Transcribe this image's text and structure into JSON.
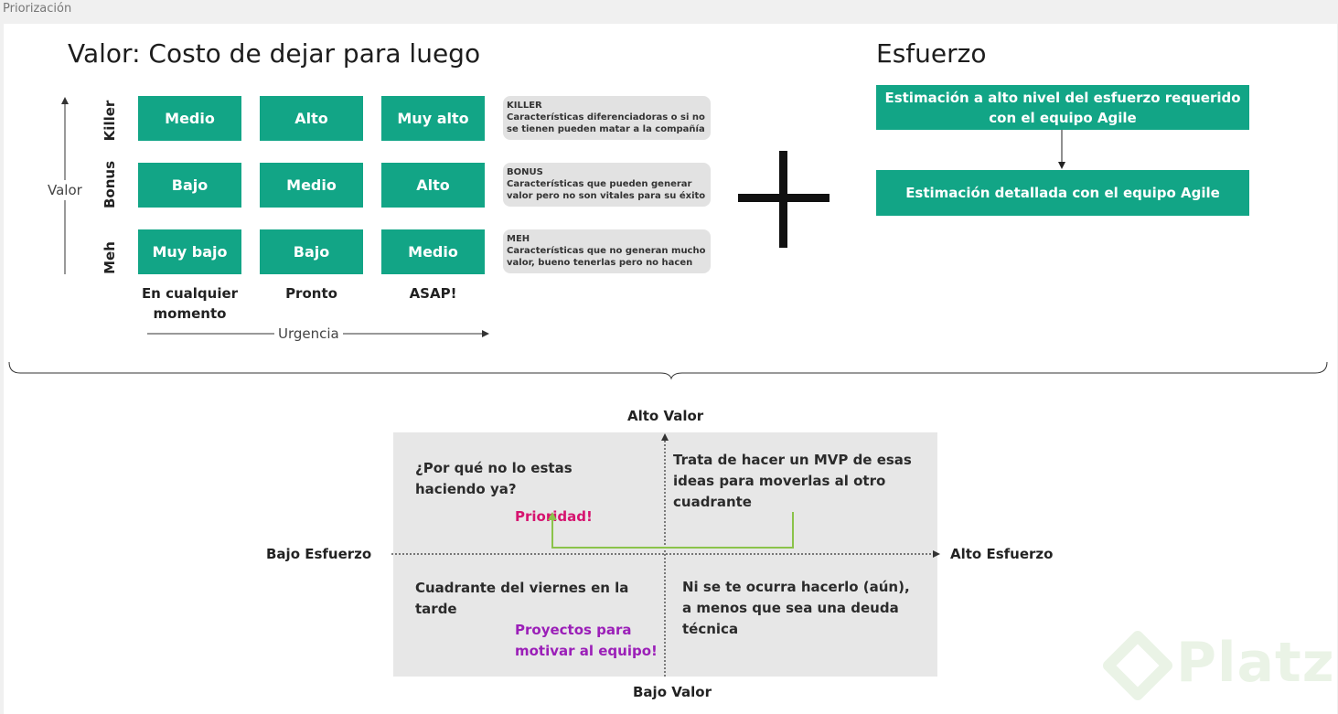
{
  "frame": {
    "title": "Priorización"
  },
  "value_section": {
    "title": "Valor: Costo de dejar para luego",
    "y_axis_label": "Valor",
    "x_axis_label": "Urgencia",
    "rows": [
      {
        "label": "Killer",
        "cells": [
          "Medio",
          "Alto",
          "Muy alto"
        ]
      },
      {
        "label": "Bonus",
        "cells": [
          "Bajo",
          "Medio",
          "Alto"
        ]
      },
      {
        "label": "Meh",
        "cells": [
          "Muy bajo",
          "Bajo",
          "Medio"
        ]
      }
    ],
    "columns": [
      "En cualquier momento",
      "Pronto",
      "ASAP!"
    ],
    "notes": [
      {
        "head": "KILLER",
        "text": "Características diferenciadoras o si no se tienen pueden matar a la compañía"
      },
      {
        "head": "BONUS",
        "text": "Características que pueden generar valor pero no son vitales para su éxito"
      },
      {
        "head": "MEH",
        "text": "Características que no generan mucho valor, bueno tenerlas pero no hacen"
      }
    ]
  },
  "effort_section": {
    "title": "Esfuerzo",
    "step1": "Estimación a alto nivel del esfuerzo requerido con el equipo Agile",
    "step2": "Estimación detallada con el equipo Agile"
  },
  "matrix": {
    "top_label": "Alto Valor",
    "bottom_label": "Bajo Valor",
    "left_label": "Bajo Esfuerzo",
    "right_label": "Alto Esfuerzo",
    "q_top_left": "¿Por qué no lo estas haciendo ya?",
    "q_top_left_highlight": "Prioridad!",
    "q_top_right": "Trata de hacer un MVP de esas ideas para moverlas al otro cuadrante",
    "q_bottom_left": "Cuadrante del viernes en la tarde",
    "q_bottom_left_highlight": "Proyectos para motivar al equipo!",
    "q_bottom_right": "Ni se te ocurra hacerlo (aún), a menos que sea una deuda técnica"
  },
  "colors": {
    "teal": "#12a586",
    "priority_pink": "#d6136f",
    "purple": "#9b1fb8",
    "green_arrow": "#8bc34a"
  },
  "watermark": "Platzi"
}
